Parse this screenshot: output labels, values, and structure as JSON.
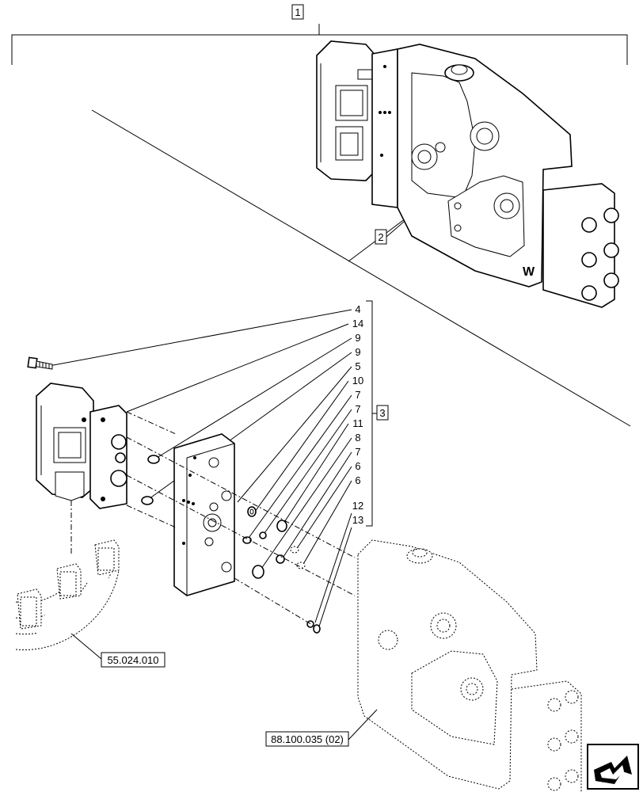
{
  "callouts": {
    "c1": "1",
    "c2": "2",
    "c3": "3",
    "c4": "4",
    "c14": "14",
    "c9a": "9",
    "c9b": "9",
    "c5": "5",
    "c10": "10",
    "c7a": "7",
    "c7b": "7",
    "c11": "11",
    "c8": "8",
    "c7c": "7",
    "c6a": "6",
    "c6b": "6",
    "c12": "12",
    "c13": "13"
  },
  "references": {
    "ref_wiring": "55.024.010",
    "ref_valve": "88.100.035 (02)"
  },
  "nav": {
    "icon": "next-page-arrow-icon"
  }
}
